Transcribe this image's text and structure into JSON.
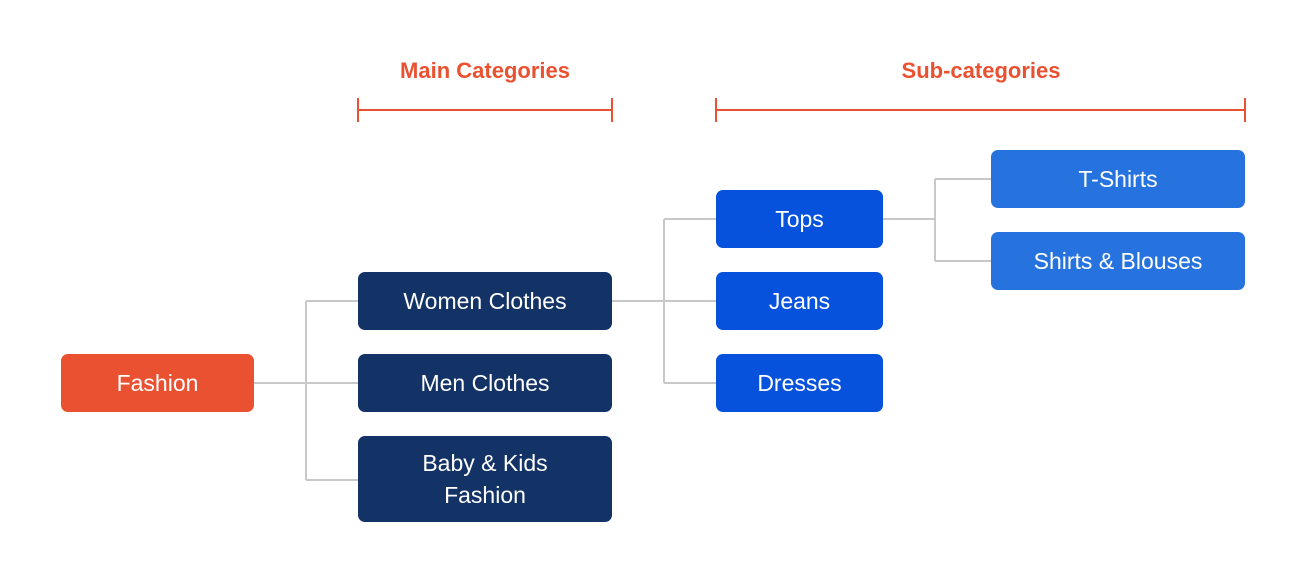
{
  "colors": {
    "accent": "#ea5131",
    "root": "#ea5131",
    "main": "#133265",
    "sub": "#0652dd",
    "subsub": "#2673df",
    "connector": "#c8c8c8"
  },
  "headers": {
    "main_categories": "Main Categories",
    "sub_categories": "Sub-categories"
  },
  "tree": {
    "root": "Fashion",
    "main": [
      "Women Clothes",
      "Men Clothes",
      "Baby & Kids Fashion"
    ],
    "sub": [
      "Tops",
      "Jeans",
      "Dresses"
    ],
    "subsub": [
      "T-Shirts",
      "Shirts & Blouses"
    ]
  }
}
